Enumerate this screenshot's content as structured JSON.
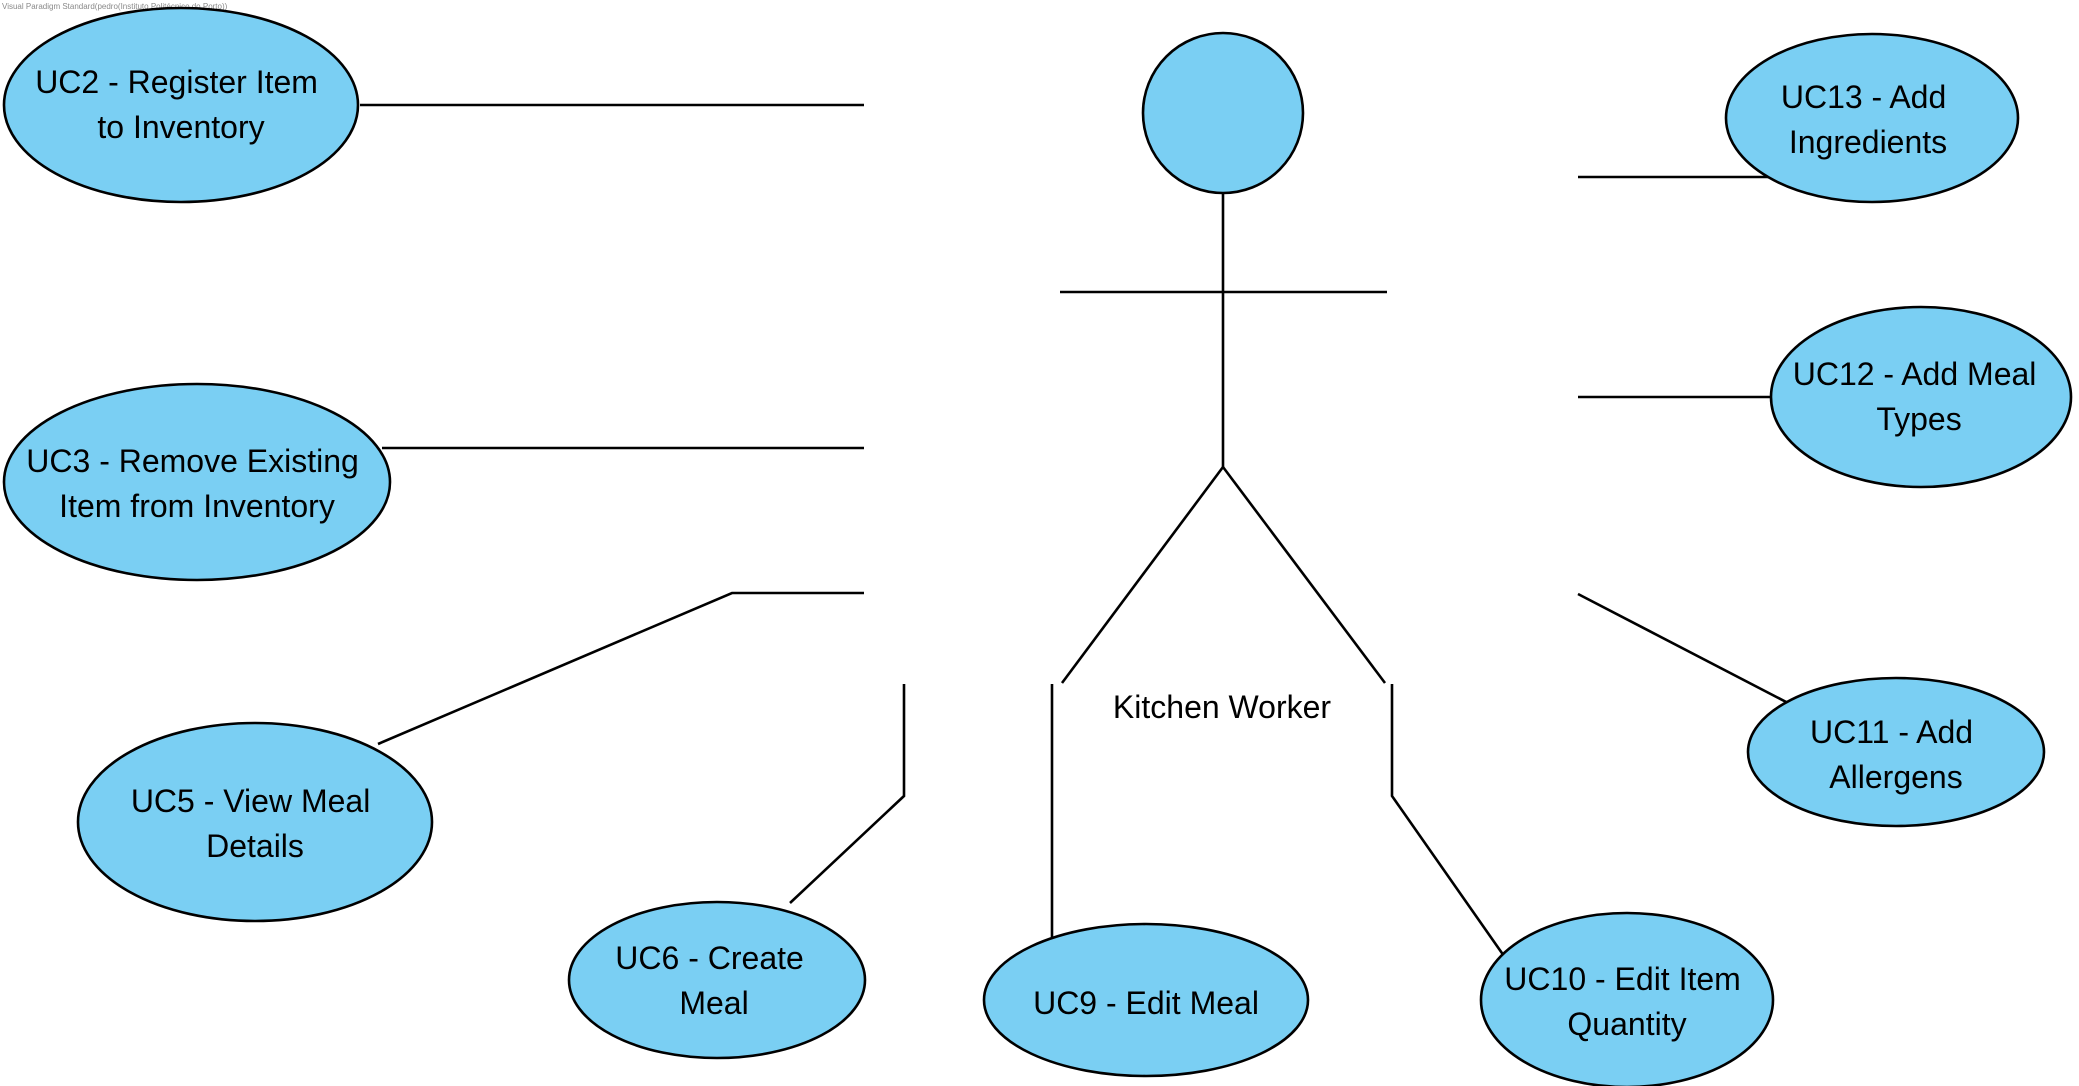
{
  "watermark": "Visual Paradigm Standard(pedro(Instituto Politécnico do Porto))",
  "colors": {
    "use_case_fill": "#7acff3",
    "outline": "#000000",
    "background": "#ffffff"
  },
  "actor": {
    "name": "Kitchen Worker"
  },
  "use_cases": [
    {
      "id": "uc2",
      "lines": [
        "UC2 - Register Item",
        "to Inventory"
      ]
    },
    {
      "id": "uc3",
      "lines": [
        "UC3 - Remove Existing",
        "Item from Inventory"
      ]
    },
    {
      "id": "uc5",
      "lines": [
        "UC5 - View Meal",
        "Details"
      ]
    },
    {
      "id": "uc6",
      "lines": [
        "UC6 - Create",
        "Meal"
      ]
    },
    {
      "id": "uc9",
      "lines": [
        "UC9 - Edit Meal"
      ]
    },
    {
      "id": "uc10",
      "lines": [
        "UC10 - Edit Item",
        "Quantity"
      ]
    },
    {
      "id": "uc11",
      "lines": [
        "UC11 - Add",
        "Allergens"
      ]
    },
    {
      "id": "uc12",
      "lines": [
        "UC12 - Add Meal",
        "Types"
      ]
    },
    {
      "id": "uc13",
      "lines": [
        "UC13 - Add",
        "Ingredients"
      ]
    }
  ]
}
